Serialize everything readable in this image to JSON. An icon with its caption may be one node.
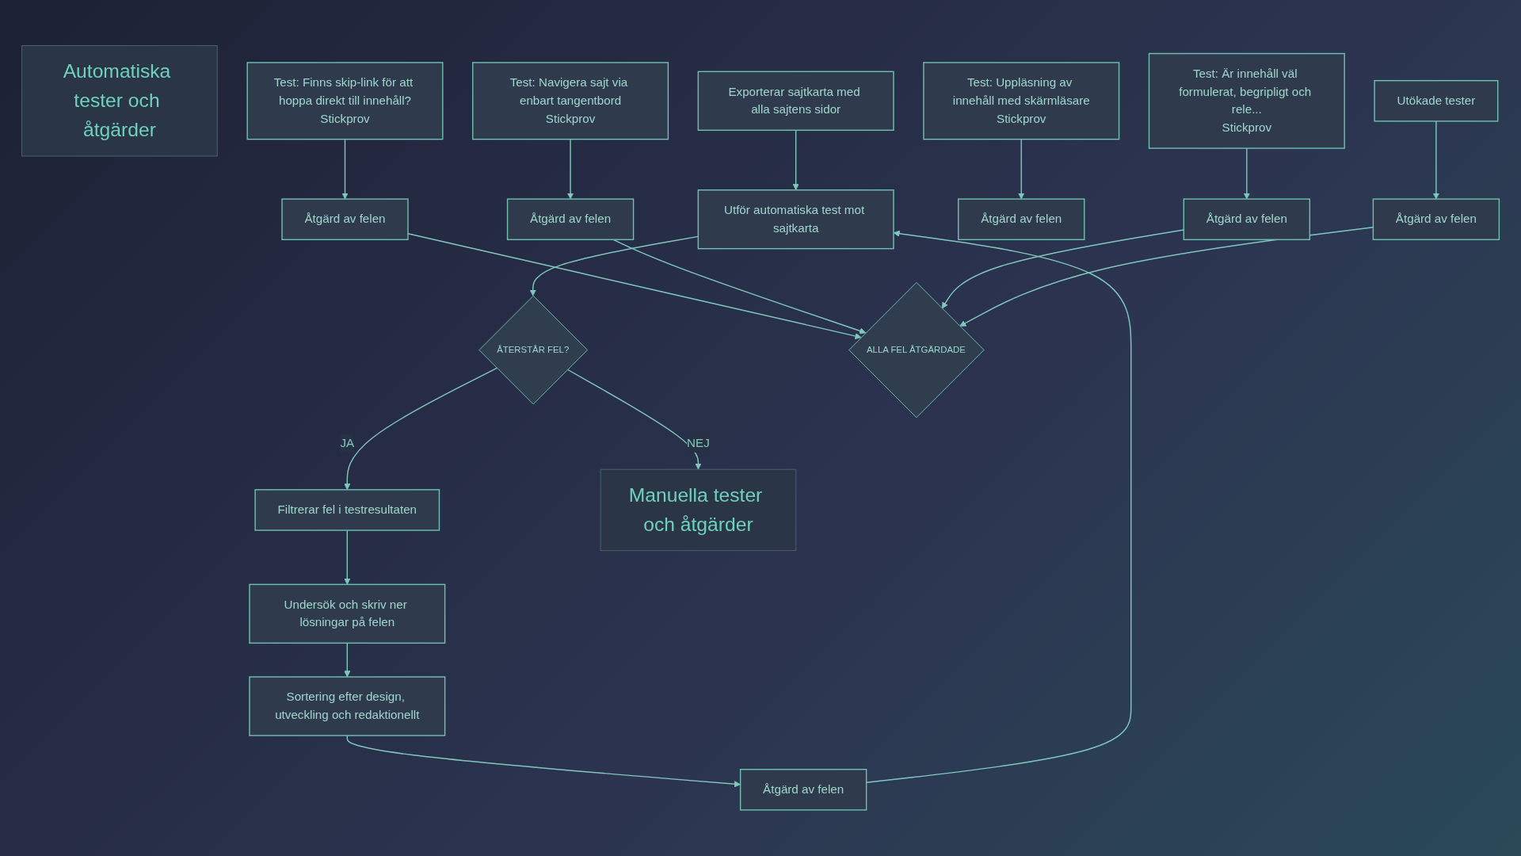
{
  "diagram": {
    "nodes": [
      {
        "text": [
          "Automatiska tester och åtgärder"
        ]
      },
      {
        "text": [
          "Exporterar sajtkarta med alla sajtens sidor"
        ]
      },
      {
        "text": [
          "Utför automatiska test mot sajtkarta"
        ]
      },
      {
        "text": [
          "ÅTERSTÅR FEL?"
        ]
      },
      {
        "text": [
          "Filtrerar fel i testresultaten"
        ]
      },
      {
        "text": [
          "Undersök och skriv ner lösningar på felen"
        ]
      },
      {
        "text": [
          "Sortering efter design, utveckling och redaktionellt"
        ]
      },
      {
        "text": [
          "Åtgärd av felen"
        ]
      },
      {
        "text": [
          "Manuella tester och åtgärder"
        ]
      },
      {
        "text": [
          "Test: Finns skip-link för att hoppa direkt till innehåll?",
          "Stickprov"
        ]
      },
      {
        "text": [
          "Test: Navigera sajt via enbart tangentbord",
          "Stickprov"
        ]
      },
      {
        "text": [
          "Test: Uppläsning av innehåll med skärmläsare",
          "Stickprov"
        ]
      },
      {
        "text": [
          "Test: Är innehåll väl formulerat, begripligt och rele...",
          "Stickprov"
        ]
      },
      {
        "text": [
          "Utökade tester"
        ]
      },
      {
        "text": [
          "Åtgärd av felen"
        ]
      },
      {
        "text": [
          "Åtgärd av felen"
        ]
      },
      {
        "text": [
          "Åtgärd av felen"
        ]
      },
      {
        "text": [
          "Åtgärd av felen"
        ]
      },
      {
        "text": [
          "Åtgärd av felen"
        ]
      },
      {
        "text": [
          "ALLA FEL ÅTGÄRDADE"
        ]
      }
    ],
    "edges": [
      {
        "from": 1,
        "to": 2,
        "arrow": "to"
      },
      {
        "from": 2,
        "to": 3,
        "arrow": "to"
      },
      {
        "from": 3,
        "to": 4,
        "arrow": "to",
        "label": "JA"
      },
      {
        "from": 4,
        "to": 5,
        "arrow": "to"
      },
      {
        "from": 5,
        "to": 6,
        "arrow": "to"
      },
      {
        "from": 6,
        "to": 7,
        "arrow": "to"
      },
      {
        "from": 7,
        "to": 2,
        "arrow": "to"
      },
      {
        "from": 3,
        "to": 8,
        "arrow": "to",
        "label": "NEJ"
      },
      {
        "from": 9,
        "to": 14,
        "arrow": "to"
      },
      {
        "from": 10,
        "to": 15,
        "arrow": "to"
      },
      {
        "from": 11,
        "to": 16,
        "arrow": "to"
      },
      {
        "from": 12,
        "to": 17,
        "arrow": "to"
      },
      {
        "from": 13,
        "to": 18,
        "arrow": "to"
      },
      {
        "from": 14,
        "to": 19,
        "arrow": "to"
      },
      {
        "from": 15,
        "to": 19,
        "arrow": "to"
      },
      {
        "from": 17,
        "to": 19,
        "arrow": "to"
      },
      {
        "from": 18,
        "to": 19,
        "arrow": "to"
      }
    ]
  }
}
